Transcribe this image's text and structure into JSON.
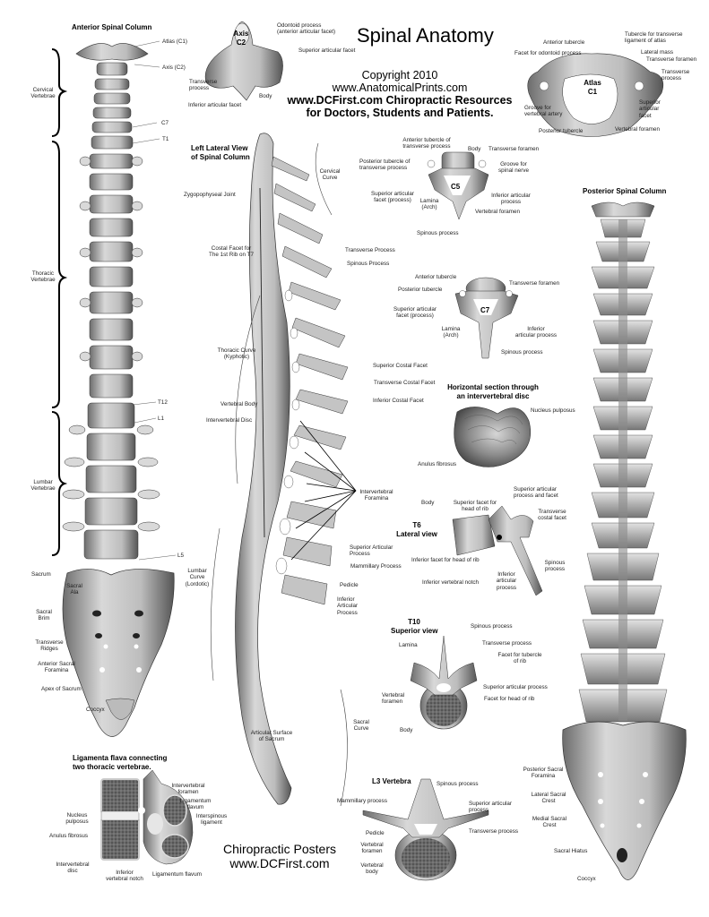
{
  "poster": {
    "title": "Spinal Anatomy",
    "copyright": "Copyright 2010",
    "site1": "www.AnatomicalPrints.com",
    "tagline1": "www.DCFirst.com Chiropractic Resources",
    "tagline2": "for Doctors, Students and Patients.",
    "footer1": "Chiropractic Posters",
    "footer2": "www.DCFirst.com"
  },
  "anterior": {
    "heading": "Anterior Spinal Column",
    "labels": {
      "atlas": "Atlas (C1)",
      "axis": "Axis (C2)",
      "c7": "C7",
      "t1": "T1",
      "t12": "T12",
      "l1": "L1",
      "l5": "L5",
      "cervical": "Cervical\nVertebrae",
      "thoracic": "Thoracic\nVertebrae",
      "lumbar": "Lumbar\nVertebrae",
      "sacrum": "Sacrum",
      "sacral_ala": "Sacral\nAla",
      "sacral_brim": "Sacral\nBrim",
      "transverse_ridges": "Transverse\nRidges",
      "anterior_sacral_foramina": "Anterior Sacral\nForamina",
      "apex_of_sacrum": "Apex of Sacrum",
      "coccyx": "Coccyx"
    }
  },
  "axis_c2": {
    "heading": "Axis\nC2",
    "labels": {
      "odontoid": "Odontoid process\n(anterior articular facet)",
      "superior_facet": "Superior articular facet",
      "transverse": "Transverse\nprocess",
      "body": "Body",
      "inferior_facet": "Inferior articular facet"
    }
  },
  "atlas_c1": {
    "heading": "Atlas\nC1",
    "labels": {
      "anterior_tubercle": "Anterior tubercle",
      "tubercle_ligament": "Tubercle for transverse\nligament of atlas",
      "facet_odontoid": "Facet for odontoid process",
      "lateral_mass": "Lateral mass",
      "transverse_foramen": "Transverse foramen",
      "transverse_process": "Transverse\nprocess",
      "groove_artery": "Groove for\nvertebral artery",
      "superior_facet": "Superior\narticular\nfacet",
      "posterior_tubercle": "Posterior tubercle",
      "vertebral_foramen": "Vertebral foramen"
    }
  },
  "lateral": {
    "heading": "Left Lateral View\nof Spinal Column",
    "labels": {
      "cervical_curve": "Cervical\nCurve",
      "zygapophyseal": "Zygopophyseal Joint",
      "costal_facet_rib": "Costal Facet for\nThe 1st Rib on T7",
      "transverse_process": "Transverse Process",
      "spinous_process": "Spinous Process",
      "thoracic_curve": "Thoracic Curve\n(Kyphotic)",
      "superior_costal": "Superior Costal Facet",
      "transverse_costal": "Transverse Costal Facet",
      "inferior_costal": "Inferior Costal Facet",
      "vertebral_body": "Vertebral Body",
      "intervertebral_disc": "Intervertebral Disc",
      "intervertebral_foramina": "Intervertebral\nForamina",
      "superior_articular": "Superior Articular\nProcess",
      "mammillary": "Mammillary Process",
      "pedicle": "Pedicle",
      "inferior_articular": "Inferior\nArticular\nProcess",
      "lumbar_curve": "Lumbar\nCurve\n(Lordotic)",
      "articular_surface": "Articular Surface\nof Sacrum",
      "sacral_curve": "Sacral\nCurve"
    }
  },
  "c5": {
    "heading": "C5",
    "labels": {
      "anterior_tubercle": "Anterior tubercle of\ntransverse process",
      "body": "Body",
      "transverse_foramen": "Transverse foramen",
      "posterior_tubercle": "Posterior tubercle of\ntransverse process",
      "groove": "Groove for\nspinal nerve",
      "superior_facet": "Superior articular\nfacet (process)",
      "lamina": "Lamina\n(Arch)",
      "inferior_articular": "Inferior articular\nprocess",
      "vertebral_foramen": "Vertebral foramen",
      "spinous": "Spinous process"
    }
  },
  "c7": {
    "heading": "C7",
    "labels": {
      "anterior_tubercle": "Anterior tubercle",
      "transverse_foramen": "Transverse foramen",
      "posterior_tubercle": "Posterior tubercle",
      "superior_facet": "Superior articular\nfacet (process)",
      "lamina": "Lamina\n(Arch)",
      "inferior_articular": "Inferior\narticular process",
      "spinous": "Spinous process"
    }
  },
  "disc_section": {
    "heading": "Horizontal section through\nan intervertebral disc",
    "labels": {
      "nucleus": "Nucleus pulposus",
      "anulus": "Anulus fibrosus"
    }
  },
  "t6": {
    "heading": "T6\nLateral view",
    "labels": {
      "body": "Body",
      "superior_facet_rib": "Superior facet for\nhead of rib",
      "superior_articular": "Superior articular\nprocess and facet",
      "transverse_costal": "Transverse\ncostal facet",
      "inferior_facet_rib": "Inferior facet for head of rib",
      "spinous": "Spinous\nprocess",
      "inferior_notch": "Inferior vertebral notch",
      "inferior_articular": "Inferior\narticular\nprocess"
    }
  },
  "t10": {
    "heading": "T10\nSuperior view",
    "labels": {
      "spinous": "Spinous process",
      "lamina": "Lamina",
      "transverse": "Transverse process",
      "facet_tubercle": "Facet for tubercle\nof rib",
      "superior_articular": "Superior articular process",
      "vertebral_foramen": "Vertebral\nforamen",
      "facet_head": "Facet for head of rib",
      "body": "Body"
    }
  },
  "l3": {
    "heading": "L3 Vertebra",
    "labels": {
      "spinous": "Spinous process",
      "mammillary": "Mammillary process",
      "superior_articular": "Superior articular\nprocess",
      "pedicle": "Pedicle",
      "transverse": "Transverse process",
      "vertebral_foramen": "Vertebral\nforamen",
      "vertebral_body": "Vertebral\nbody"
    }
  },
  "ligamenta": {
    "heading": "Ligamenta flava connecting\ntwo thoracic vertebrae.",
    "labels": {
      "intervertebral_foramen": "Intervertebral\nforamen",
      "ligamentum_flavum_top": "Ligamentum\nflavum",
      "interspinous": "Interspinous\nligament",
      "nucleus": "Nucleus\npulposus",
      "anulus": "Anulus fibrosus",
      "intervertebral_disc": "Intervertebral\ndisc",
      "inferior_notch": "Inferior\nvertebral notch",
      "ligamentum_flavum_bottom": "Ligamentum flavum"
    }
  },
  "posterior": {
    "heading": "Posterior Spinal Column",
    "labels": {
      "posterior_sacral_foramina": "Posterior Sacral\nForamina",
      "lateral_sacral_crest": "Lateral Sacral\nCrest",
      "medial_sacral_crest": "Medial Sacral\nCrest",
      "sacral_hiatus": "Sacral Hiatus",
      "coccyx": "Coccyx"
    }
  }
}
